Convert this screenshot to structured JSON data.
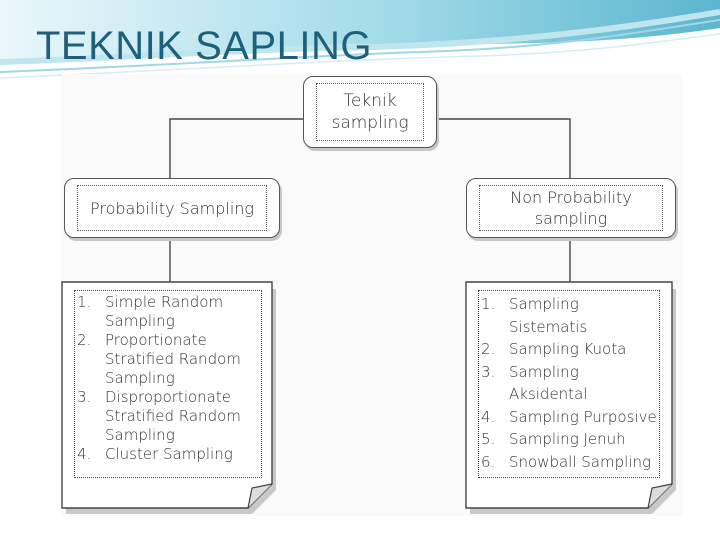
{
  "slide": {
    "title": "TEKNIK SAPLING"
  },
  "colors": {
    "title": "#1e5f7a",
    "header_teal": "#4fb6cf",
    "box_border": "#555555"
  },
  "diagram": {
    "root": {
      "label": "Teknik sampling"
    },
    "branches": [
      {
        "label": "Probability Sampling",
        "items": [
          {
            "number": "1.",
            "text": "Simple Random Sampling"
          },
          {
            "number": "2.",
            "text": "Proportionate Stratified Random Sampling"
          },
          {
            "number": "3.",
            "text": "Disproportionate Stratified Random Sampling"
          },
          {
            "number": "4.",
            "text": "Cluster Sampling"
          }
        ]
      },
      {
        "label": "Non Probability sampling",
        "items": [
          {
            "number": "1.",
            "text": "Sampling Sistematis"
          },
          {
            "number": "2.",
            "text": "Sampling Kuota"
          },
          {
            "number": "3.",
            "text": "Sampling Aksidental"
          },
          {
            "number": "4.",
            "text": "Sampling Purposive"
          },
          {
            "number": "5.",
            "text": "Sampling Jenuh"
          },
          {
            "number": "6.",
            "text": "Snowball Sampling"
          }
        ]
      }
    ]
  }
}
